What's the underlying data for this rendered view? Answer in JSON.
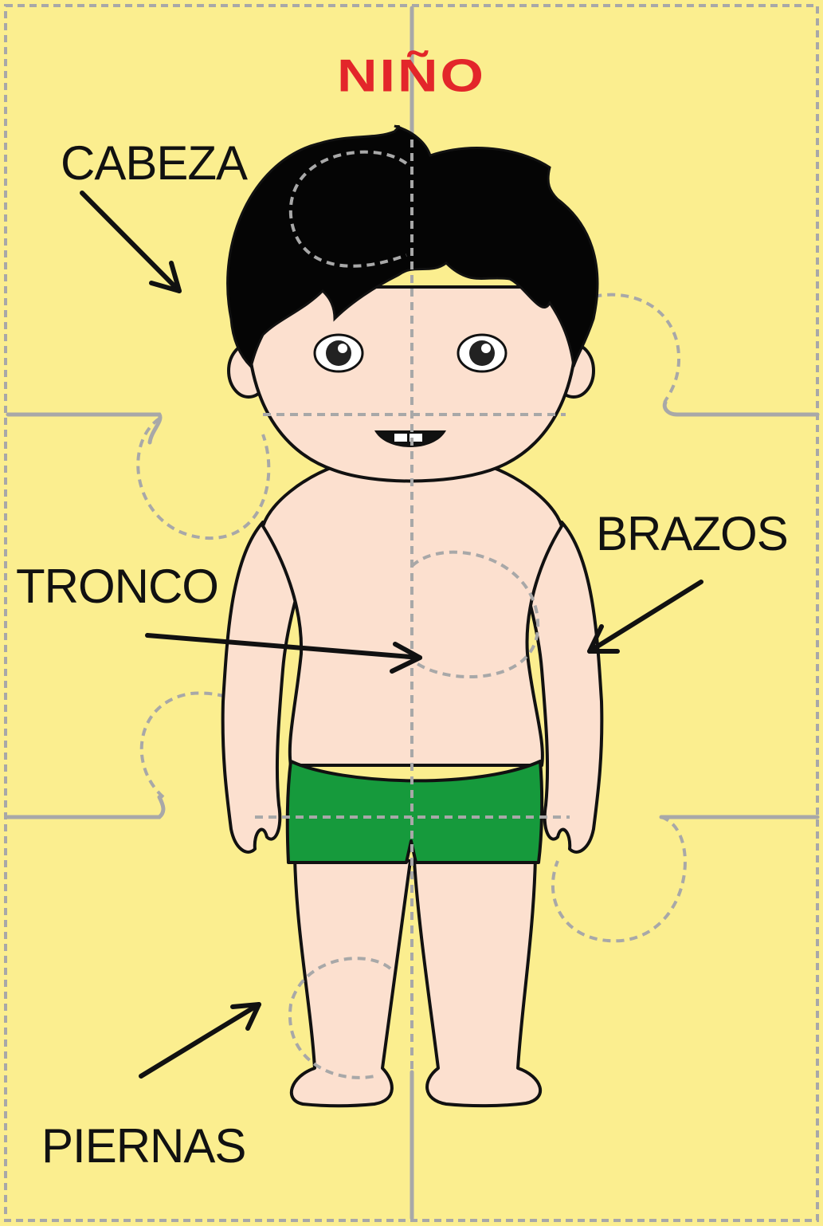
{
  "title": "NIÑO",
  "labels": {
    "head": "CABEZA",
    "trunk": "TRONCO",
    "arms": "BRAZOS",
    "legs": "PIERNAS"
  },
  "colors": {
    "background": "#fbee8f",
    "title": "#e3262a",
    "skin": "#fce0cf",
    "hair": "#050505",
    "shorts": "#169a3c",
    "outline": "#111111",
    "puzzle_cut": "#a8a8a8",
    "arrow": "#111111"
  }
}
